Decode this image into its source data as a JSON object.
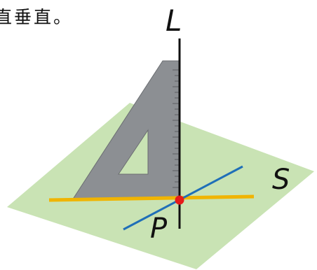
{
  "caption_fragment": "直垂直。",
  "labels": {
    "line": "L",
    "plane": "S",
    "point": "P"
  },
  "colors": {
    "plane_fill": "#c9e3b4",
    "set_square": "#8c8f93",
    "line_L": "#111111",
    "yellow_line": "#f0b400",
    "blue_line": "#1f6fb8",
    "point": "#e61b1b"
  }
}
